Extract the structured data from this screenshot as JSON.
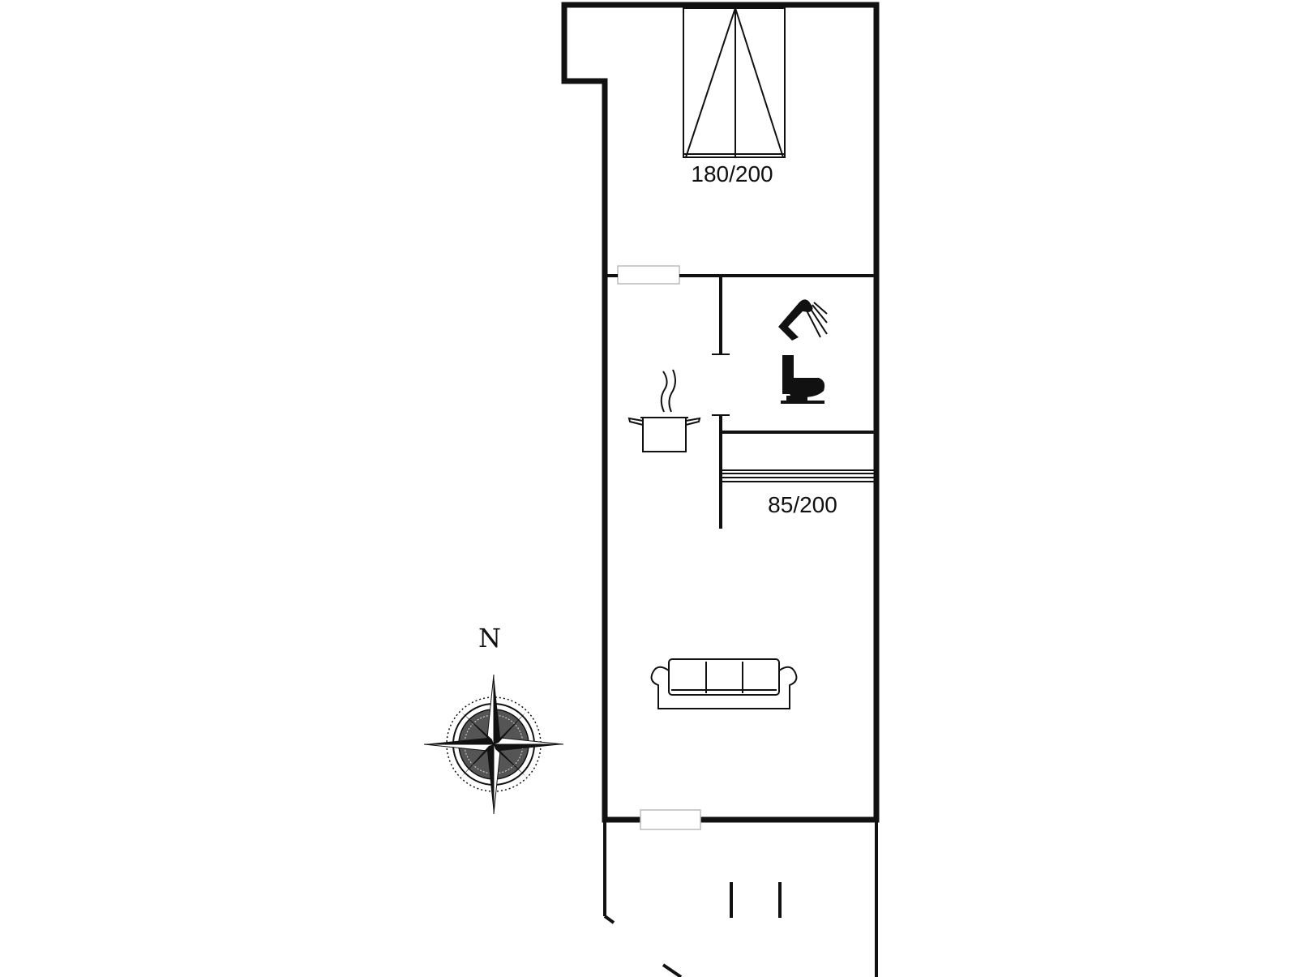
{
  "labels": {
    "bed_double": "180/200",
    "bed_single": "85/200",
    "north": "N"
  },
  "icons": [
    "bed-double-icon",
    "bed-single-icon",
    "shower-icon",
    "toilet-icon",
    "cooking-pot-icon",
    "sofa-icon",
    "compass-rose-icon"
  ]
}
